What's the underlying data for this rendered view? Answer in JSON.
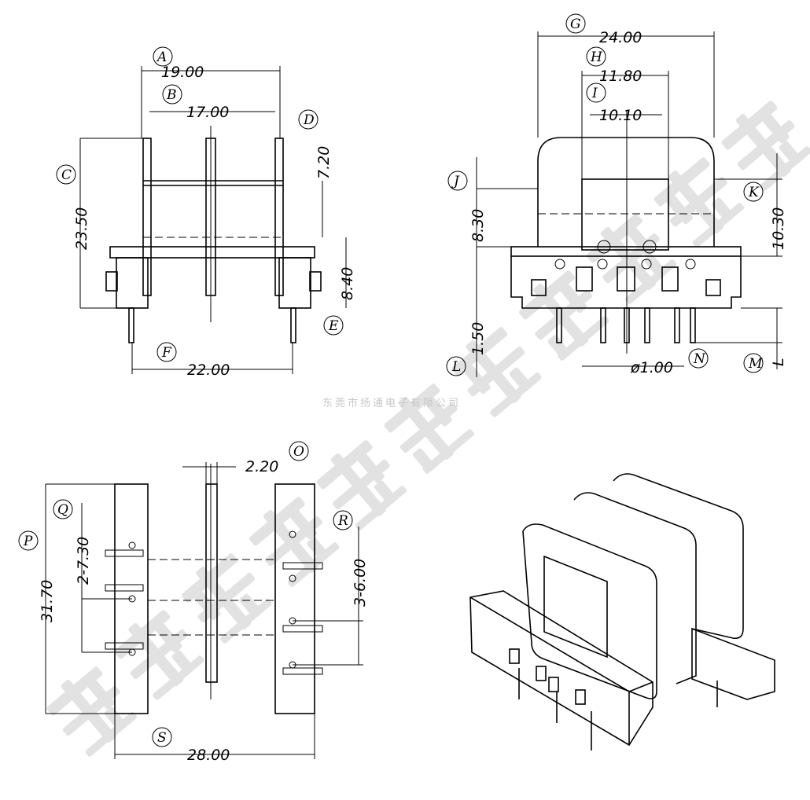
{
  "watermark": {
    "small_text": "东莞市扬通电子有限公司",
    "big_text": "东莞市扬通电子有限公司",
    "color": "#d9d9d9"
  },
  "front_view": {
    "A": {
      "label": "A",
      "value": "19.00"
    },
    "B": {
      "label": "B",
      "value": "17.00"
    },
    "C": {
      "label": "C",
      "value": "23.50"
    },
    "D": {
      "label": "D",
      "value": "7.20"
    },
    "E": {
      "label": "E",
      "value": "8.40"
    },
    "F": {
      "label": "F",
      "value": "22.00"
    }
  },
  "side_view": {
    "G": {
      "label": "G",
      "value": "24.00"
    },
    "H": {
      "label": "H",
      "value": "11.80"
    },
    "I": {
      "label": "I",
      "value": "10.10"
    },
    "J": {
      "label": "J",
      "value": "8.30"
    },
    "K": {
      "label": "K",
      "value": "10.30"
    },
    "L": {
      "label": "L",
      "value": "1.50"
    },
    "M": {
      "label": "M",
      "value": "L"
    },
    "N": {
      "label": "N",
      "value": "ø1.00"
    }
  },
  "bottom_view": {
    "O": {
      "label": "O",
      "value": "2.20"
    },
    "P": {
      "label": "P",
      "value": "31.70"
    },
    "Q": {
      "label": "Q",
      "value": "2-7.30"
    },
    "R": {
      "label": "R",
      "value": "3-6.00"
    },
    "S": {
      "label": "S",
      "value": "28.00"
    }
  }
}
